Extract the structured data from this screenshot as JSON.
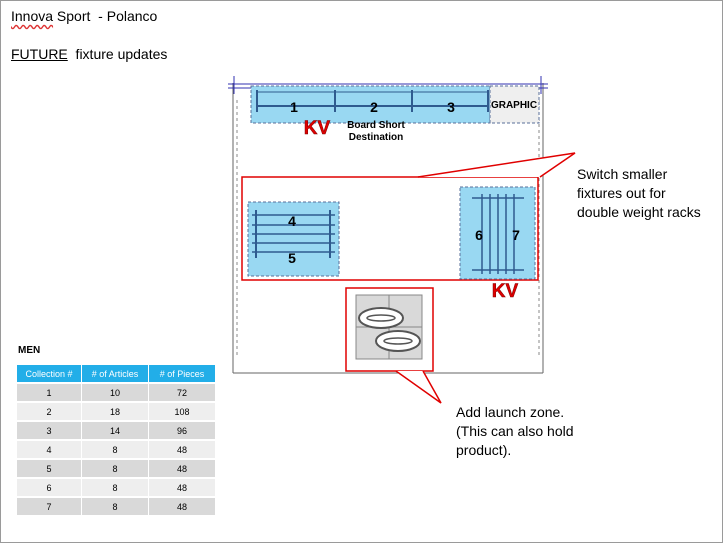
{
  "header": {
    "brand": "Innova",
    "title_rest": " Sport  - Polanco",
    "subtitle_underlined": "FUTURE",
    "subtitle_rest": "  fixture updates"
  },
  "floorplan": {
    "wall_fixtures": [
      "1",
      "2",
      "3"
    ],
    "graphic_label": "GRAPHIC",
    "kv_label": "KV",
    "board_short_line1": "Board Short",
    "board_short_line2": "Destination",
    "left_rack_labels": [
      "4",
      "5"
    ],
    "right_rack_labels": [
      "6",
      "7"
    ],
    "kv_label_2": "KV",
    "fixture_color": "#99d8f2",
    "highlight_color": "#e00000"
  },
  "callouts": {
    "switch": [
      "Switch smaller",
      "fixtures out for",
      "double weight racks"
    ],
    "launch": [
      "Add launch zone.",
      "(This can also hold",
      "product)."
    ]
  },
  "men_table": {
    "title": "MEN",
    "headers": [
      "Collection #",
      "# of Articles",
      "# of Pieces"
    ],
    "rows": [
      [
        "1",
        "10",
        "72"
      ],
      [
        "2",
        "18",
        "108"
      ],
      [
        "3",
        "14",
        "96"
      ],
      [
        "4",
        "8",
        "48"
      ],
      [
        "5",
        "8",
        "48"
      ],
      [
        "6",
        "8",
        "48"
      ],
      [
        "7",
        "8",
        "48"
      ]
    ]
  }
}
